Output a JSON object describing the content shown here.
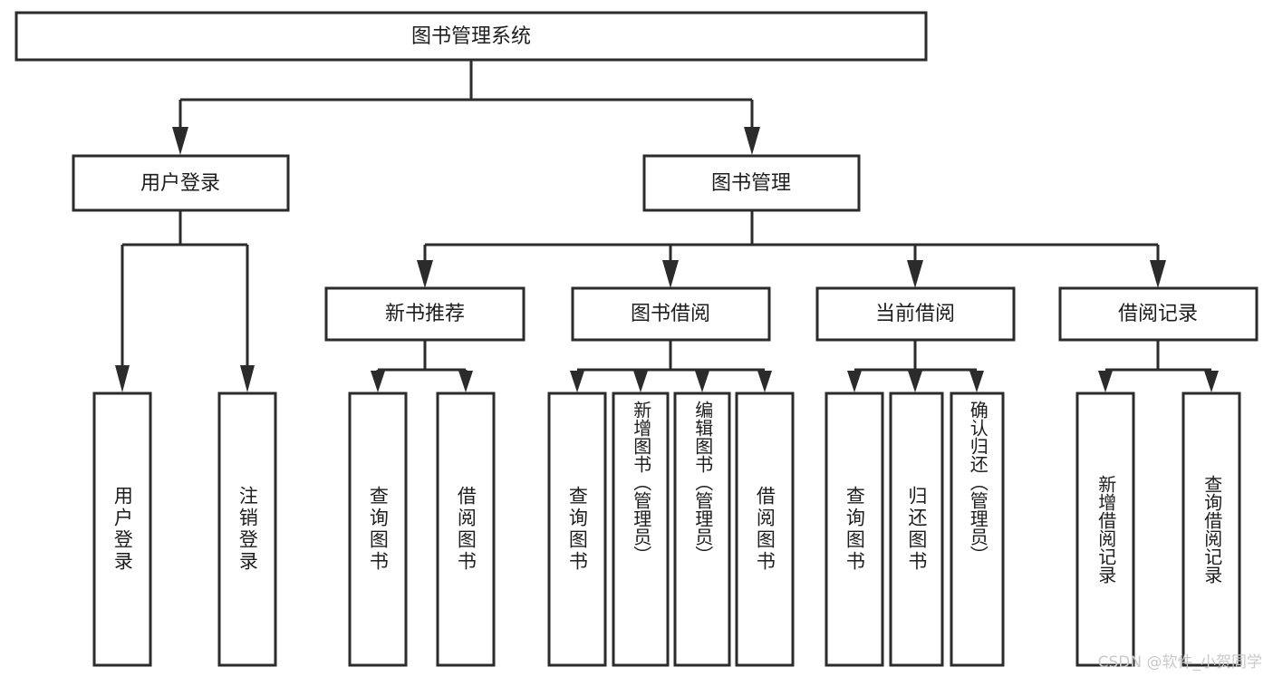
{
  "diagram": {
    "title": "图书管理系统",
    "watermark": "CSDN @软件_小贺同学",
    "colors": {
      "stroke": "#2b2b2b",
      "fill": "#ffffff",
      "text": "#1d1d1d",
      "watermark": "#c9c9c9"
    },
    "root": {
      "label": "图书管理系统"
    },
    "level2": [
      {
        "label": "用户登录"
      },
      {
        "label": "图书管理"
      }
    ],
    "level3": [
      {
        "label": "新书推荐"
      },
      {
        "label": "图书借阅"
      },
      {
        "label": "当前借阅"
      },
      {
        "label": "借阅记录"
      }
    ],
    "leaves_user_login": [
      {
        "label": "用户登录"
      },
      {
        "label": "注销登录"
      }
    ],
    "leaves_new_book": [
      {
        "label": "查询图书"
      },
      {
        "label": "借阅图书"
      }
    ],
    "leaves_borrow": [
      {
        "label": "查询图书"
      },
      {
        "label": "新增图书（管理员）"
      },
      {
        "label": "编辑图书（管理员）"
      },
      {
        "label": "借阅图书"
      }
    ],
    "leaves_current": [
      {
        "label": "查询图书"
      },
      {
        "label": "归还图书"
      },
      {
        "label": "确认归还（管理员）"
      }
    ],
    "leaves_records": [
      {
        "label": "新增借阅记录"
      },
      {
        "label": "查询借阅记录"
      }
    ]
  }
}
